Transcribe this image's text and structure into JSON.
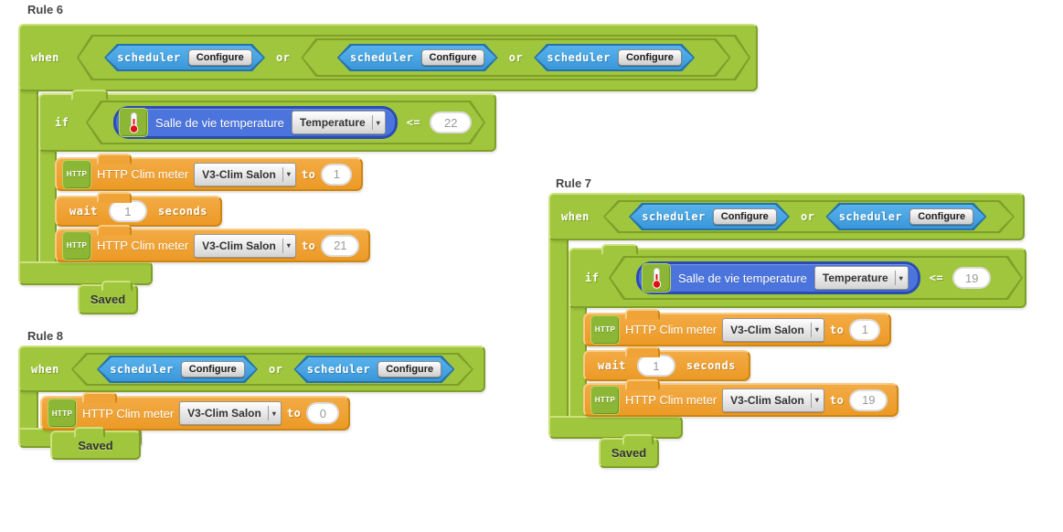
{
  "strings": {
    "when": "when",
    "or": "or",
    "if": "if",
    "wait": "wait",
    "seconds": "seconds",
    "to": "to",
    "lte": "<=",
    "scheduler": "scheduler",
    "configure": "Configure",
    "saved": "Saved",
    "http_badge": "HTTP",
    "http_action_label": "HTTP Clim meter",
    "temperature_item_label": "Salle de vie temperature",
    "temperature_dropdown": "Temperature",
    "clim_dropdown": "V3-Clim Salon",
    "dropdown_arrow": "▾"
  },
  "rules": {
    "r6": {
      "title": "Rule 6",
      "threshold": "22",
      "http1_value": "1",
      "wait_value": "1",
      "http2_value": "21"
    },
    "r7": {
      "title": "Rule 7",
      "threshold": "19",
      "http1_value": "1",
      "wait_value": "1",
      "http2_value": "19"
    },
    "r8": {
      "title": "Rule 8",
      "http_value": "0"
    }
  },
  "colors": {
    "rule_green": "#9fc63c",
    "action_orange": "#f0a336",
    "trigger_blue": "#42a2e4",
    "item_blue": "#4b74dc",
    "icon_green": "#8cb636"
  }
}
